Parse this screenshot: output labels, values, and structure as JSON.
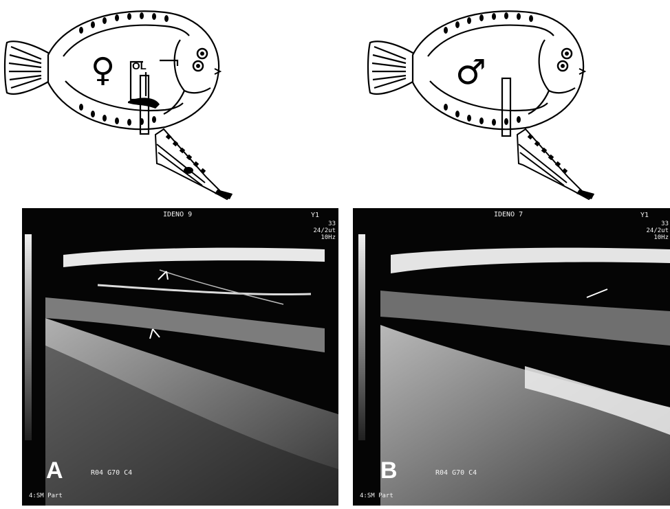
{
  "diagrams": {
    "female": {
      "symbol": "♀",
      "organ_label": "OL"
    },
    "male": {
      "symbol": "♂"
    }
  },
  "panels": [
    {
      "letter": "A",
      "header": "IDENO 9",
      "yt": "Y1",
      "frame": [
        "33",
        "24/2ut",
        "10Hz"
      ],
      "settings": "R04 G70 C4",
      "preset": "4:SM Part"
    },
    {
      "letter": "B",
      "header": "IDENO 7",
      "yt": "Y1",
      "frame": [
        "33",
        "24/2ut",
        "10Hz"
      ],
      "settings": "R04 G70 C4",
      "preset": "4:SM Part"
    }
  ],
  "colors": {
    "ink": "#000000",
    "scan_background": "#050505",
    "scan_text": "#f4f4f4"
  }
}
